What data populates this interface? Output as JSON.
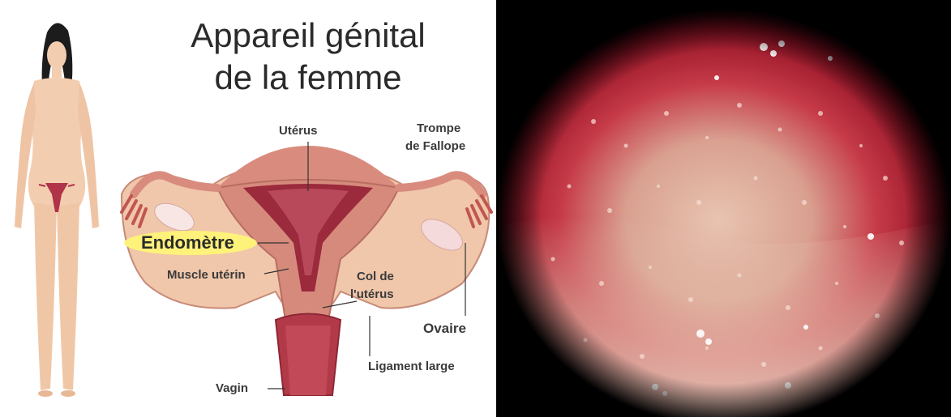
{
  "title": {
    "line1": "Appareil génital",
    "line2": "de la femme"
  },
  "labels": {
    "uterus": "Utérus",
    "trompe_line1": "Trompe",
    "trompe_line2": "de Fallope",
    "endometre": "Endomètre",
    "muscle": "Muscle utérin",
    "col_line1": "Col de",
    "col_line2": "l'utérus",
    "ovaire": "Ovaire",
    "ligament": "Ligament large",
    "vagin": "Vagin"
  },
  "colors": {
    "skin": "#f2c9a8",
    "uterus_pink": "#d98c7e",
    "uterus_dark": "#9b2a3c",
    "highlight": "#fff27a",
    "mucosa_red": "#b5102a"
  }
}
